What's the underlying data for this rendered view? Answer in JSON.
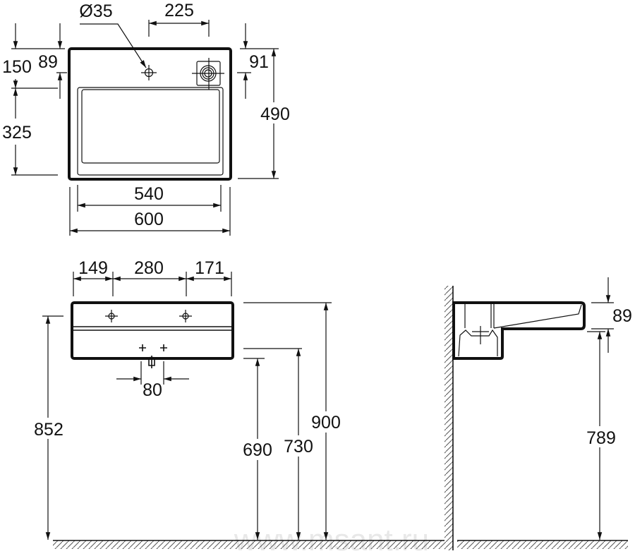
{
  "watermark": "www.msant.ru",
  "top_view": {
    "tap_hole": "Ø35",
    "tap_to_overflow": "225",
    "top_to_basin": "150",
    "top_to_tap": "89",
    "top_to_overflow": "91",
    "basin_depth": "325",
    "depth": "490",
    "inner_width": "540",
    "width": "600"
  },
  "front_view": {
    "left_to_bracket": "149",
    "bracket_spacing": "280",
    "bracket_to_right": "171",
    "waste_spacing": "80",
    "bracket_height": "852",
    "bottom_height": "690",
    "waste_height": "730",
    "top_height": "900"
  },
  "side_view": {
    "rim_thickness": "89",
    "under_height": "789"
  },
  "colors": {
    "line": "#111111",
    "background": "#ffffff"
  }
}
